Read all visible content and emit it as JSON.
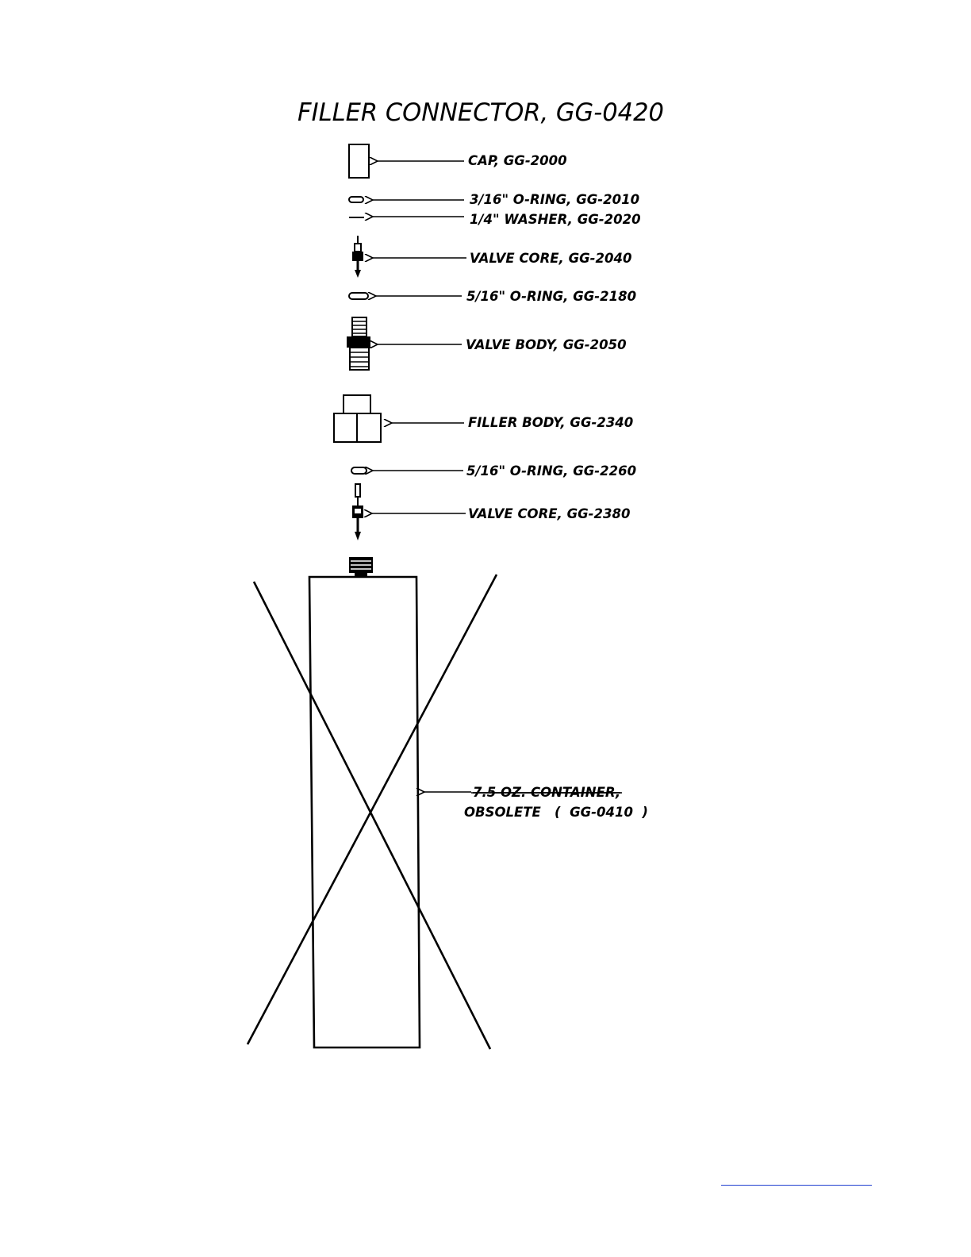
{
  "title": "FILLER CONNECTOR,  GG-0420",
  "parts": [
    {
      "id": "cap",
      "label": "CAP, GG-2000"
    },
    {
      "id": "oring-1",
      "label": "3/16\" O-RING, GG-2010"
    },
    {
      "id": "washer",
      "label": "1/4\" WASHER, GG-2020"
    },
    {
      "id": "valve-core-1",
      "label": "VALVE CORE, GG-2040"
    },
    {
      "id": "oring-2",
      "label": "5/16\" O-RING, GG-2180"
    },
    {
      "id": "valve-body",
      "label": "VALVE BODY, GG-2050"
    },
    {
      "id": "filler-body",
      "label": "FILLER BODY, GG-2340"
    },
    {
      "id": "oring-3",
      "label": "5/16\" O-RING, GG-2260"
    },
    {
      "id": "valve-core-2",
      "label": "VALVE CORE, GG-2380"
    }
  ],
  "container": {
    "label_line1": "7.5  OZ.  CONTAINER,",
    "label_line2": "OBSOLETE   (  GG-0410  )"
  }
}
